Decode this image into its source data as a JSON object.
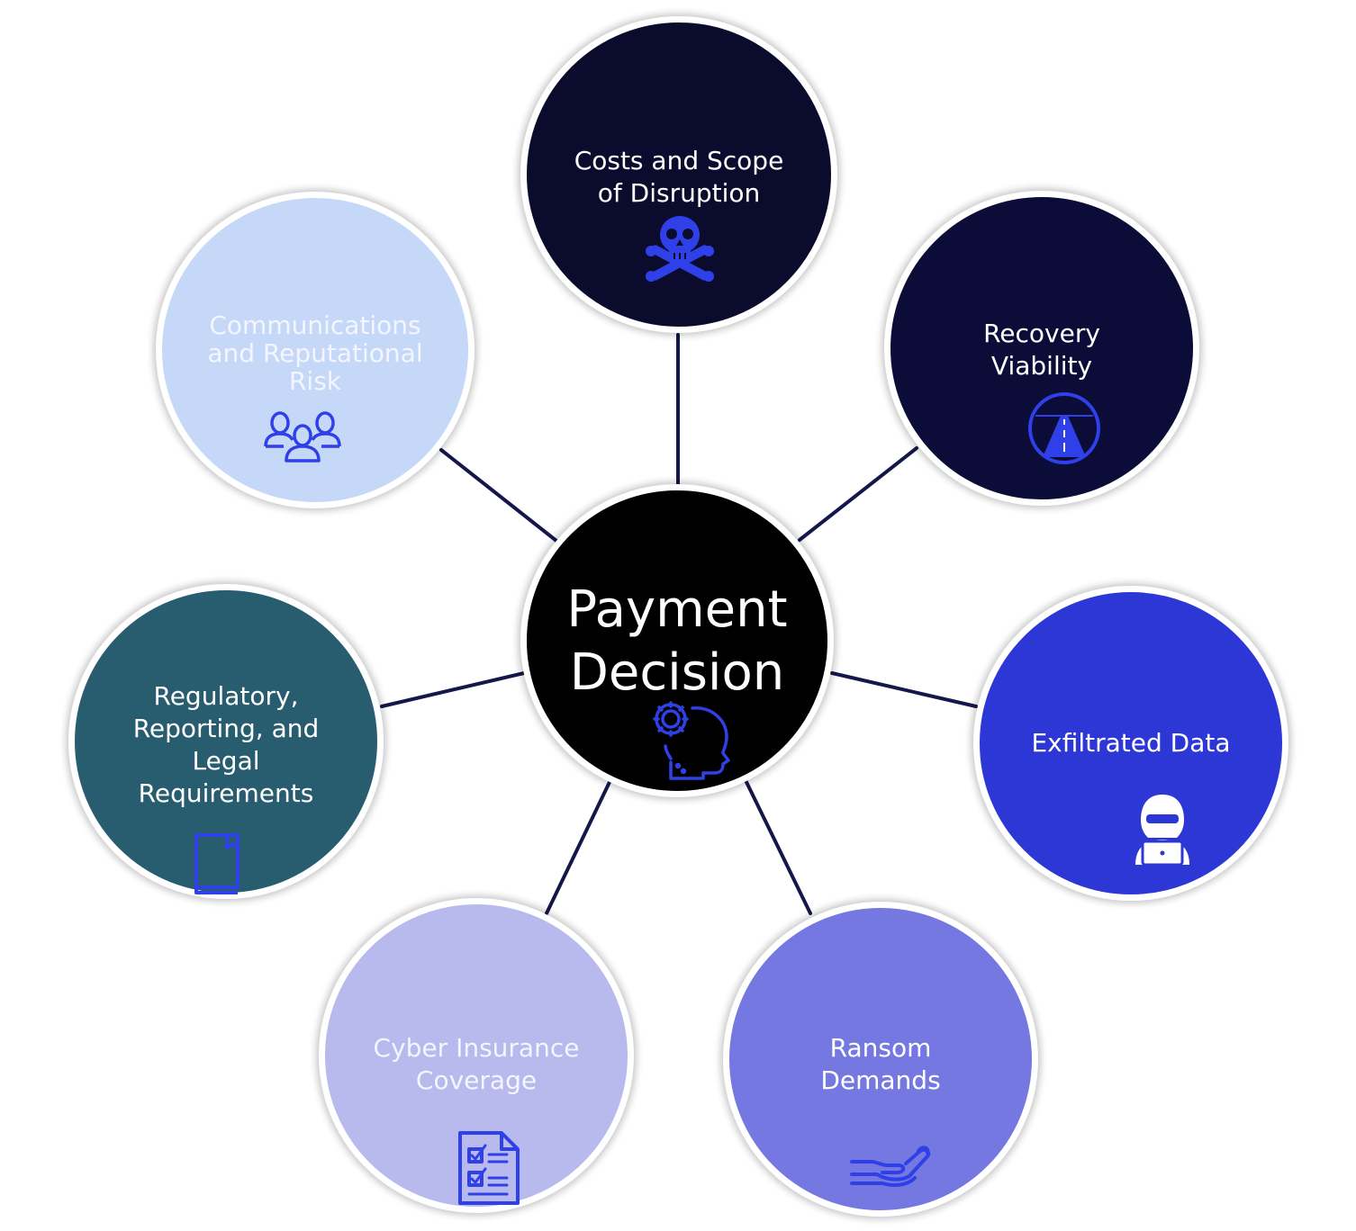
{
  "center": {
    "label": "Payment\nDecision",
    "icon": "head-gear-icon",
    "fill": "#000000",
    "icon_color": "#3040e8"
  },
  "nodes": [
    {
      "id": "costs",
      "label": "Costs and Scope\nof Disruption",
      "icon": "skull-crossbones-icon",
      "fill": "#0b0c2d",
      "text_color": "#ffffff"
    },
    {
      "id": "recovery",
      "label": "Recovery\nViability",
      "icon": "road-icon",
      "fill": "#0b0c38",
      "text_color": "#ffffff"
    },
    {
      "id": "exfil",
      "label": "Exfiltrated Data",
      "icon": "hacker-icon",
      "fill": "#2c37d6",
      "text_color": "#ffffff"
    },
    {
      "id": "ransom",
      "label": "Ransom\nDemands",
      "icon": "open-hand-icon",
      "fill": "#7478e0",
      "text_color": "#ffffff"
    },
    {
      "id": "cyber",
      "label": "Cyber Insurance\nCoverage",
      "icon": "checklist-icon",
      "fill": "#b8b9ed",
      "text_color": "#ffffff"
    },
    {
      "id": "reg",
      "label": "Regulatory,\nReporting, and\nLegal\nRequirements",
      "icon": "book-icon",
      "fill": "#275d6f",
      "text_color": "#ffffff"
    },
    {
      "id": "comm",
      "label": "Communications\nand Reputational\nRisk",
      "icon": "people-group-icon",
      "fill": "#c6d8f8",
      "text_color": "#ffffff"
    }
  ],
  "connector_color": "#14174a",
  "icon_color": "#3040e8"
}
